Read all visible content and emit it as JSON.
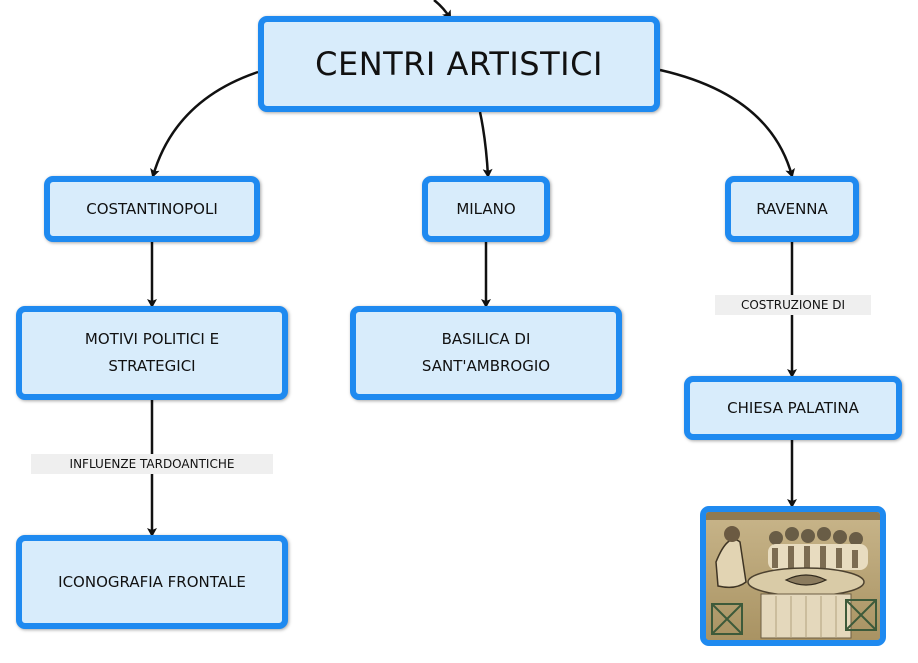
{
  "title": "CENTRI ARTISTICI",
  "nodes": {
    "costantinopoli": "COSTANTINOPOLI",
    "milano": "MILANO",
    "ravenna": "RAVENNA",
    "motivi": "MOTIVI POLITICI E STRATEGICI",
    "basilica": "BASILICA DI SANT'AMBROGIO",
    "chiesa": "CHIESA PALATINA",
    "iconografia": "ICONOGRAFIA FRONTALE"
  },
  "edge_labels": {
    "influenze": "INFLUENZE TARDOANTICHE",
    "costruzione": "COSTRUZIONE DI"
  },
  "colors": {
    "border": "#1f8af0",
    "fill": "#d8ecfb"
  }
}
